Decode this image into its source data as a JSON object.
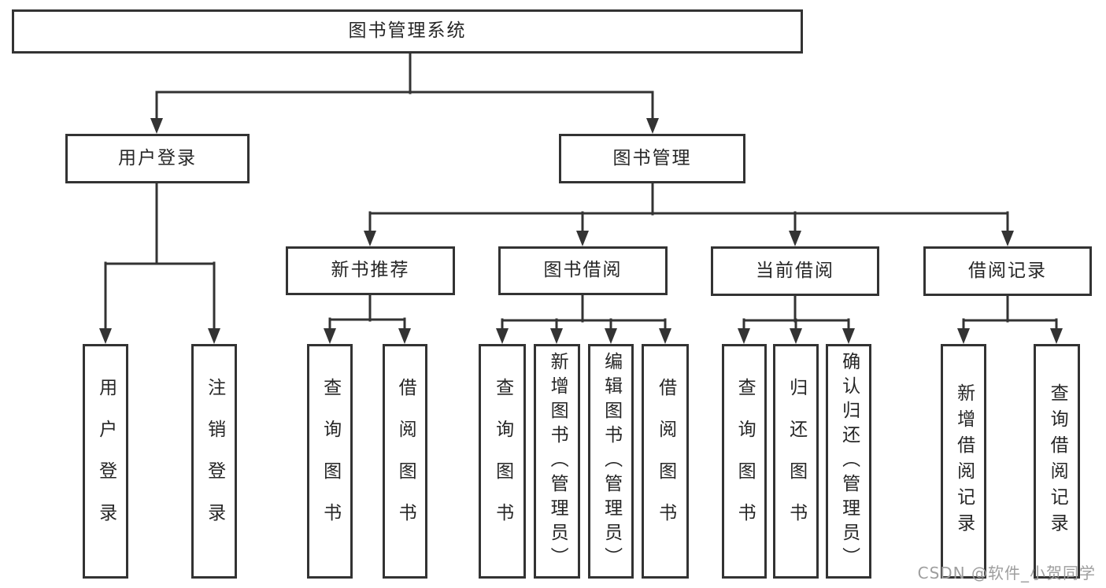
{
  "diagram_title": "图书管理系统",
  "colors": {
    "line": "#333333",
    "box_background": "#ffffff",
    "text": "#262626",
    "watermark": "#9e9e9e"
  },
  "tree": {
    "root": {
      "label": "图书管理系统"
    },
    "branches": [
      {
        "label": "用户登录",
        "leaves": [
          {
            "label": "用户登录"
          },
          {
            "label": "注销登录"
          }
        ]
      },
      {
        "label": "图书管理",
        "groups": [
          {
            "label": "新书推荐",
            "leaves": [
              {
                "label": "查询图书"
              },
              {
                "label": "借阅图书"
              }
            ]
          },
          {
            "label": "图书借阅",
            "leaves": [
              {
                "label": "查询图书"
              },
              {
                "label": "新增图书（管理员）"
              },
              {
                "label": "编辑图书（管理员）"
              },
              {
                "label": "借阅图书"
              }
            ]
          },
          {
            "label": "当前借阅",
            "leaves": [
              {
                "label": "查询图书"
              },
              {
                "label": "归还图书"
              },
              {
                "label": "确认归还（管理员）"
              }
            ]
          },
          {
            "label": "借阅记录",
            "leaves": [
              {
                "label": "新增借阅记录"
              },
              {
                "label": "查询借阅记录"
              }
            ]
          }
        ]
      }
    ]
  },
  "watermark": {
    "text": "CSDN @软件_小贺同学"
  }
}
